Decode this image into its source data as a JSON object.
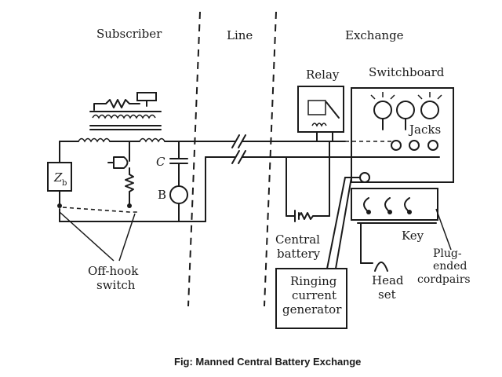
{
  "regions": {
    "subscriber": "Subscriber",
    "line": "Line",
    "exchange": "Exchange"
  },
  "components": {
    "relay": "Relay",
    "switchboard": "Switchboard",
    "jacks": "Jacks",
    "capacitor": "C",
    "bell": "B",
    "zb_main": "Z",
    "zb_sub": "b",
    "central_battery_line1": "Central",
    "central_battery_line2": "battery",
    "key": "Key",
    "ringing_line1": "Ringing",
    "ringing_line2": "current",
    "ringing_line3": "generator",
    "head_set_line1": "Head",
    "head_set_line2": "set",
    "plug_line1": "Plug-",
    "plug_line2": "ended",
    "plug_line3": "cordpairs",
    "offhook_line1": "Off-hook",
    "offhook_line2": "switch"
  },
  "caption": "Fig: Manned Central Battery Exchange",
  "colors": {
    "ink": "#1a1a1a",
    "background": "#ffffff"
  }
}
